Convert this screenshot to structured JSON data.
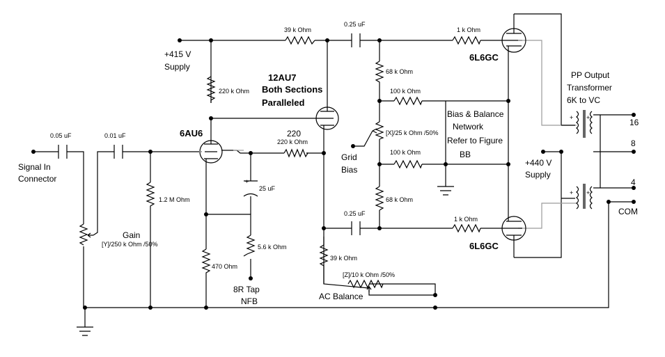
{
  "labels": {
    "c_005": "0.05 uF",
    "c_001": "0.01 uF",
    "signal_in_1": "Signal In",
    "signal_in_2": "Connector",
    "gain_1": "Gain",
    "gain_2": "[Y]/250 k Ohm /50%",
    "r_12m": "1.2 M Ohm",
    "tube_6au6": "6AU6",
    "supply415_1": "+415 V",
    "supply415_2": "Supply",
    "r_220k_plate": "220 k Ohm",
    "r_470": "470  Ohm",
    "c_25": "25 uF",
    "r_56k": "5.6 k Ohm",
    "nfb_1": "8R Tap",
    "nfb_2": "NFB",
    "tube_12au7_1": "12AU7",
    "tube_12au7_2": "Both Sections",
    "tube_12au7_3": "Paralleled",
    "r_220_val": "220",
    "r_220_sub": "220 k Ohm",
    "r_39k_top": "39 k Ohm",
    "c_025_top": "0.25 uF",
    "r_68k_top": "68 k Ohm",
    "r_100k_top": "100 k Ohm",
    "pot_x": "[X]/25 k Ohm /50%",
    "r_100k_bot": "100 k Ohm",
    "grid_bias_1": "Grid",
    "grid_bias_2": "Bias",
    "r_68k_bot": "68 k Ohm",
    "c_025_bot": "0.25 uF",
    "r_39k_bot": "39 k Ohm",
    "pot_z": "[Z]/10 k Ohm /50%",
    "ac_balance": "AC Balance",
    "r_1k_top": "1 k Ohm",
    "r_1k_bot": "1 k Ohm",
    "tube_6l6_top": "6L6GC",
    "tube_6l6_bot": "6L6GC",
    "bias_net_1": "Bias & Balance",
    "bias_net_2": "Network",
    "bias_net_3": "Refer to Figure",
    "bias_net_4": "BB",
    "xfmr_1": "PP Output",
    "xfmr_2": "Transformer",
    "xfmr_3": "6K to VC",
    "supply440_1": "+440 V",
    "supply440_2": "Supply",
    "tap_16": "16",
    "tap_8": "8",
    "tap_4": "4",
    "tap_com": "COM",
    "plus": "+"
  }
}
